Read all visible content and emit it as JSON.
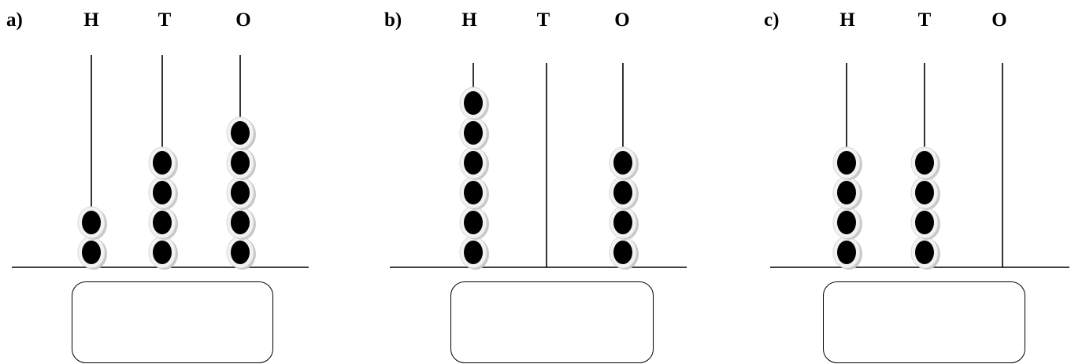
{
  "abaci": [
    {
      "label": "a)",
      "columns": [
        {
          "label": "H",
          "beads": 2
        },
        {
          "label": "T",
          "beads": 4
        },
        {
          "label": "O",
          "beads": 5
        }
      ],
      "answer": ""
    },
    {
      "label": "b)",
      "columns": [
        {
          "label": "H",
          "beads": 6
        },
        {
          "label": "T",
          "beads": 0
        },
        {
          "label": "O",
          "beads": 4
        }
      ],
      "answer": ""
    },
    {
      "label": "c)",
      "columns": [
        {
          "label": "H",
          "beads": 4
        },
        {
          "label": "T",
          "beads": 4
        },
        {
          "label": "O",
          "beads": 0
        }
      ],
      "answer": ""
    }
  ],
  "colors": {
    "bead": "#000000",
    "bead_shadow": "#c8c8c8",
    "bead_ring": "#f2f2f2",
    "line": "#000000"
  }
}
